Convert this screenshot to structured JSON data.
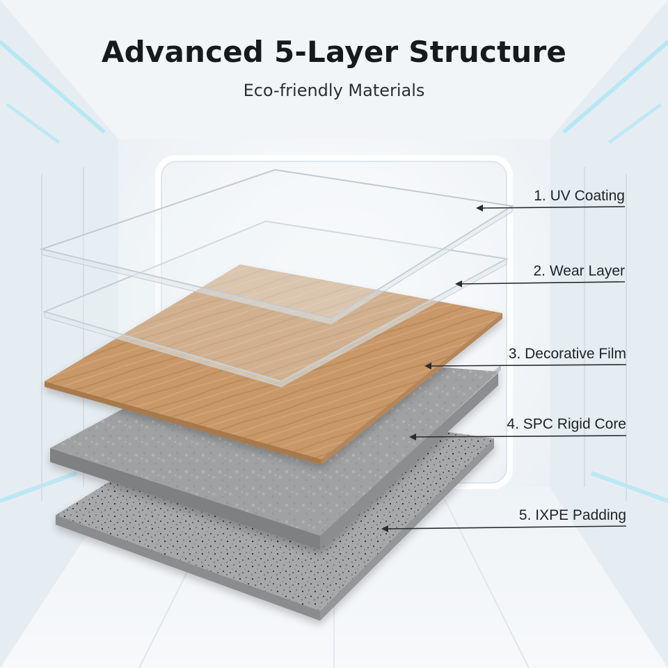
{
  "title": "Advanced 5-Layer Structure",
  "subtitle": "Eco-friendly Materials",
  "layers": [
    {
      "label": "1. UV Coating",
      "material": "clear-glass"
    },
    {
      "label": "2. Wear Layer",
      "material": "clear-glass"
    },
    {
      "label": "3. Decorative Film",
      "material": "oak-wood-grain"
    },
    {
      "label": "4. SPC Rigid Core",
      "material": "grey-stone-composite"
    },
    {
      "label": "5. IXPE Padding",
      "material": "speckled-grey-foam"
    }
  ],
  "colors": {
    "title": "#161a1e",
    "label": "#1e2226",
    "leader_line": "#2a2d30",
    "wood": "#c89868",
    "stone": "#9b9d9e",
    "padding": "#a4a6a8",
    "glass_edge": "#b8c2c8",
    "background_glow": "#9fe4f5"
  }
}
